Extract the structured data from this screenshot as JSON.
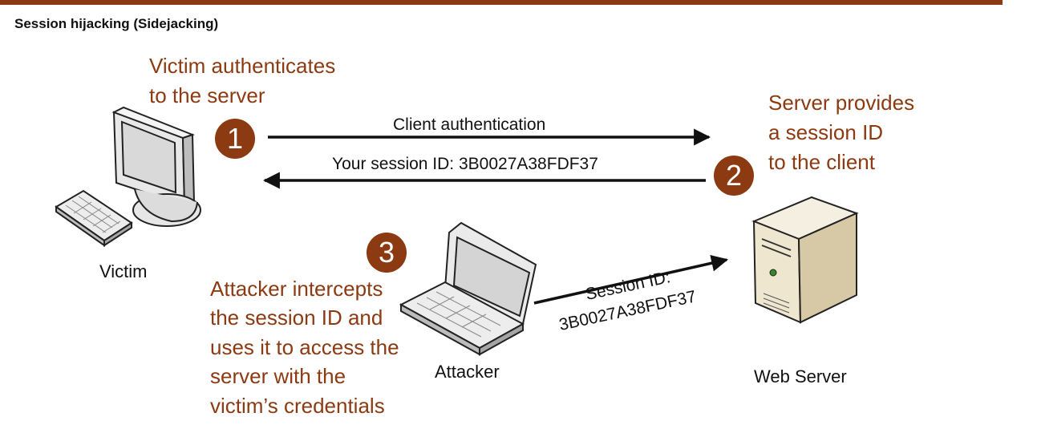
{
  "title": "Session hijacking (Sidejacking)",
  "colors": {
    "accent": "#8b3a12",
    "text": "#111111"
  },
  "steps": [
    {
      "number": "1",
      "caption": "Victim authenticates\nto the server"
    },
    {
      "number": "2",
      "caption": "Server provides\na session ID\nto the client"
    },
    {
      "number": "3",
      "caption": "Attacker intercepts\nthe session ID and\nuses it to access the\nserver with the\nvictim’s credentials"
    }
  ],
  "nodes": {
    "victim": {
      "label": "Victim",
      "icon": "desktop-computer-icon"
    },
    "attacker": {
      "label": "Attacker",
      "icon": "laptop-icon"
    },
    "server": {
      "label": "Web Server",
      "icon": "server-tower-icon"
    }
  },
  "arrows": {
    "client_auth": "Client authentication",
    "session_reply": "Your session ID: 3B0027A38FDF37",
    "hijack_line1": "Session ID:",
    "hijack_line2": "3B0027A38FDF37"
  }
}
